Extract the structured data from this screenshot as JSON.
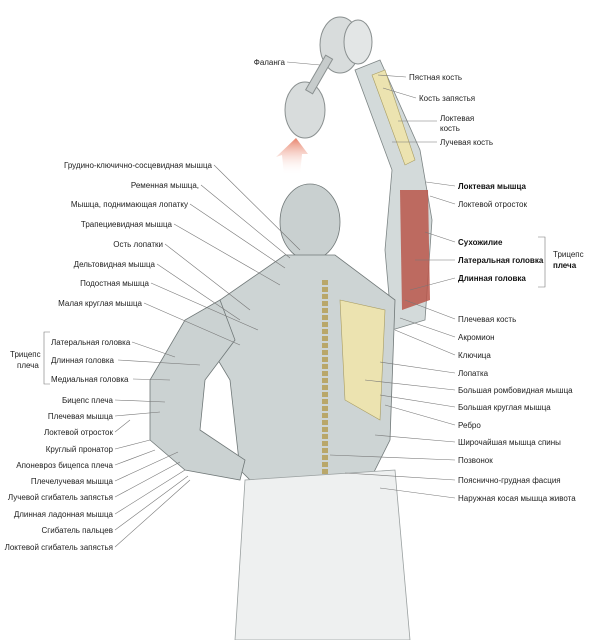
{
  "top_labels": {
    "phalanx": "Фаланга"
  },
  "left_labels": [
    "Грудино-ключично-сосцевидная мышца",
    "Ременная мышца,",
    "Мышца, поднимающая лопатку",
    "Трапециевидная мышца",
    "Ость лопатки",
    "Дельтовидная мышца",
    "Подостная мышца",
    "Малая круглая мышца"
  ],
  "left_triceps": {
    "group_line1": "Трицепс",
    "group_line2": "плеча",
    "heads": [
      "Латеральная головка",
      "Длинная головка",
      "Медиальная головка"
    ]
  },
  "left_arm_labels": [
    "Бицепс плеча",
    "Плечевая мышца",
    "Локтевой отросток",
    "Круглый пронатор",
    "Апоневроз бицепса плеча",
    "Плечелучевая мышца",
    "Лучевой сгибатель запястья",
    "Длинная ладонная мышца",
    "Сгибатель пальцев",
    "Локтевой сгибатель запястья"
  ],
  "right_upper_labels": {
    "metacarpal": "Пястная кость",
    "carpal": "Кость запястья",
    "ulna_line1": "Локтевая",
    "ulna_line2": "кость",
    "radius": "Лучевая кость",
    "anconeus": "Локтевая мышца",
    "olecranon": "Локтевой отросток"
  },
  "right_triceps": {
    "group_line1": "Трицепс",
    "group_line2": "плеча",
    "parts": [
      "Сухожилие",
      "Латеральная головка",
      "Длинная головка"
    ]
  },
  "right_lower_labels": [
    "Плечевая кость",
    "Акромион",
    "Ключица",
    "Лопатка",
    "Большая ромбовидная мышца",
    "Большая круглая мышца",
    "Ребро",
    "Широчайшая мышца спины",
    "Позвонок",
    "Пояснично-грудная фасция",
    "Наружная косая мышца живота"
  ],
  "colors": {
    "muscle": "#c9d3d3",
    "bone": "#ece3b0",
    "active_muscle": "#b9564a",
    "arrow": "#e8826a",
    "marker": "#d9332c"
  }
}
